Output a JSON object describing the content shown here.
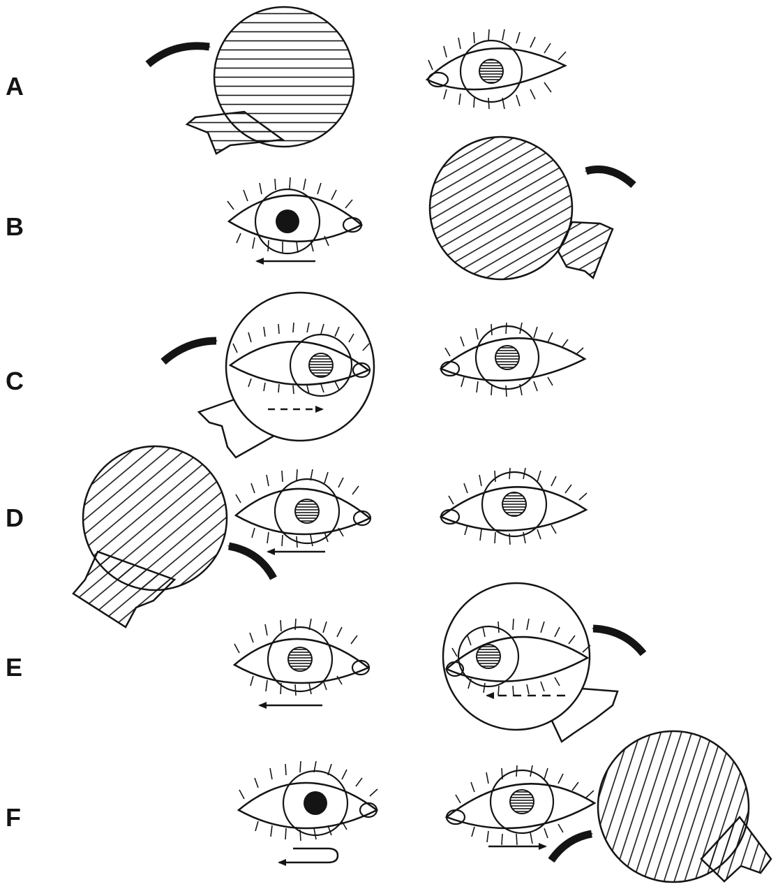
{
  "rows": [
    {
      "label": "A"
    },
    {
      "label": "B"
    },
    {
      "label": "C"
    },
    {
      "label": "D"
    },
    {
      "label": "E"
    },
    {
      "label": "F"
    }
  ],
  "style": {
    "ink": "#141414",
    "background": "#ffffff"
  }
}
